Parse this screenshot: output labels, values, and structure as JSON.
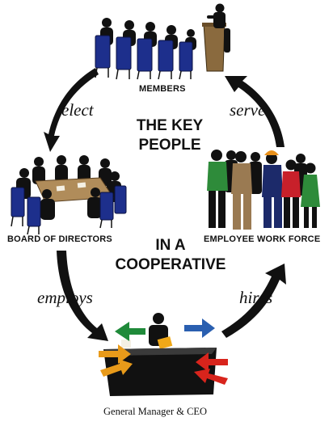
{
  "nodes": {
    "members": "MEMBERS",
    "board": "BOARD OF DIRECTORS",
    "workforce": "EMPLOYEE WORK FORCE",
    "manager": "General Manager & CEO"
  },
  "verbs": {
    "elect": "elect",
    "serve": "serve",
    "employs": "employs",
    "hires": "hires"
  },
  "center": {
    "line1": "THE KEY",
    "line2": "PEOPLE",
    "line3": "IN A",
    "line4": "COOPERATIVE"
  },
  "colors": {
    "chair_blue": "#1d2f8c",
    "table_tan": "#b08c5a",
    "podium": "#8a6a3e",
    "arrow_green": "#1f8a3a",
    "arrow_blue": "#2a5fb0",
    "arrow_orange": "#e89a1a",
    "arrow_red": "#d8241c",
    "worker_green": "#2e8b3a",
    "worker_tan": "#9a7a52",
    "worker_navy": "#1c2a6a",
    "worker_red": "#c8202a",
    "hardhat_orange": "#e8901a"
  }
}
